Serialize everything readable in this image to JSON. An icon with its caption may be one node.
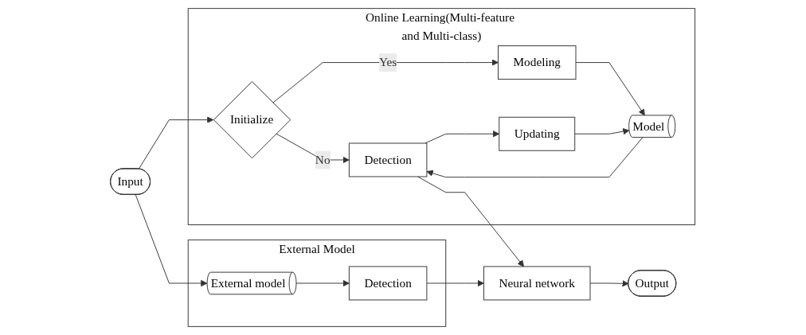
{
  "diagram": {
    "nodes": [
      {
        "text": [
          "Input"
        ]
      },
      {
        "text": [
          "Online Learning(Multi-feature and Multi-class)"
        ]
      },
      {
        "text": [
          "Initialize"
        ],
        "in": 1
      },
      {
        "text": [
          "Detection"
        ],
        "in": 1
      },
      {
        "text": [
          "Modeling"
        ],
        "in": 1
      },
      {
        "text": [
          "Model"
        ],
        "in": 1
      },
      {
        "text": [
          "Updating"
        ],
        "in": 1
      },
      {
        "text": [
          "External Model"
        ]
      },
      {
        "text": [
          "External model"
        ],
        "in": 7
      },
      {
        "text": [
          "Detection"
        ],
        "in": 7
      },
      {
        "text": [
          "Neural network"
        ]
      },
      {
        "text": [
          "Output"
        ]
      }
    ],
    "edges": [
      {
        "from": 0,
        "to": 2,
        "arrow": "to"
      },
      {
        "from": 2,
        "to": 3,
        "arrow": "to",
        "label": "No"
      },
      {
        "from": 2,
        "to": 4,
        "arrow": "to",
        "label": "Yes"
      },
      {
        "from": 4,
        "to": 5,
        "arrow": "to"
      },
      {
        "from": 6,
        "to": 5,
        "arrow": "to"
      },
      {
        "from": 5,
        "to": 3,
        "arrow": "to"
      },
      {
        "from": 3,
        "to": 6,
        "arrow": "to"
      },
      {
        "from": 3,
        "to": 10,
        "arrow": "to"
      },
      {
        "from": 0,
        "to": 8,
        "arrow": "to"
      },
      {
        "from": 8,
        "to": 9,
        "arrow": "to"
      },
      {
        "from": 9,
        "to": 10,
        "arrow": "to"
      },
      {
        "from": 10,
        "to": 11,
        "arrow": "to"
      }
    ]
  }
}
